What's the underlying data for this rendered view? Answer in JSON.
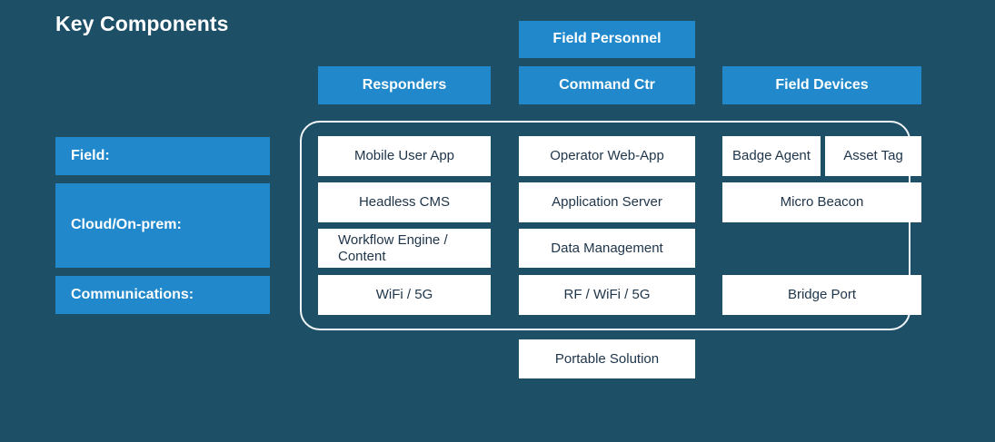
{
  "page": {
    "title": "Key Components",
    "background_color": "#1d4f67",
    "accent_color": "#2189cb",
    "card_background": "#ffffff",
    "card_text_color": "#20364b",
    "frame_border_color": "#f2f6f8"
  },
  "column_headers": [
    {
      "label": "Field Personnel",
      "column": "center",
      "tier": "top"
    },
    {
      "label": "Responders",
      "column": "left",
      "tier": "main"
    },
    {
      "label": "Command Ctr",
      "column": "center",
      "tier": "main"
    },
    {
      "label": "Field Devices",
      "column": "right",
      "tier": "main"
    }
  ],
  "row_labels": [
    {
      "label": "Field:"
    },
    {
      "label": "Cloud/On-prem:"
    },
    {
      "label": "Communications:"
    }
  ],
  "matrix": {
    "responders": [
      "Mobile User App",
      "Headless CMS",
      "Workflow Engine / Content",
      "WiFi / 5G"
    ],
    "command_ctr": [
      "Operator Web-App",
      "Application Server",
      "Data Management",
      "RF / WiFi / 5G"
    ],
    "field_devices": {
      "row1_split": [
        "Badge Agent",
        "Asset Tag"
      ],
      "row2": "Micro Beacon",
      "row3": "",
      "row4": "Bridge Port"
    }
  },
  "footer": {
    "label": "Portable Solution"
  }
}
